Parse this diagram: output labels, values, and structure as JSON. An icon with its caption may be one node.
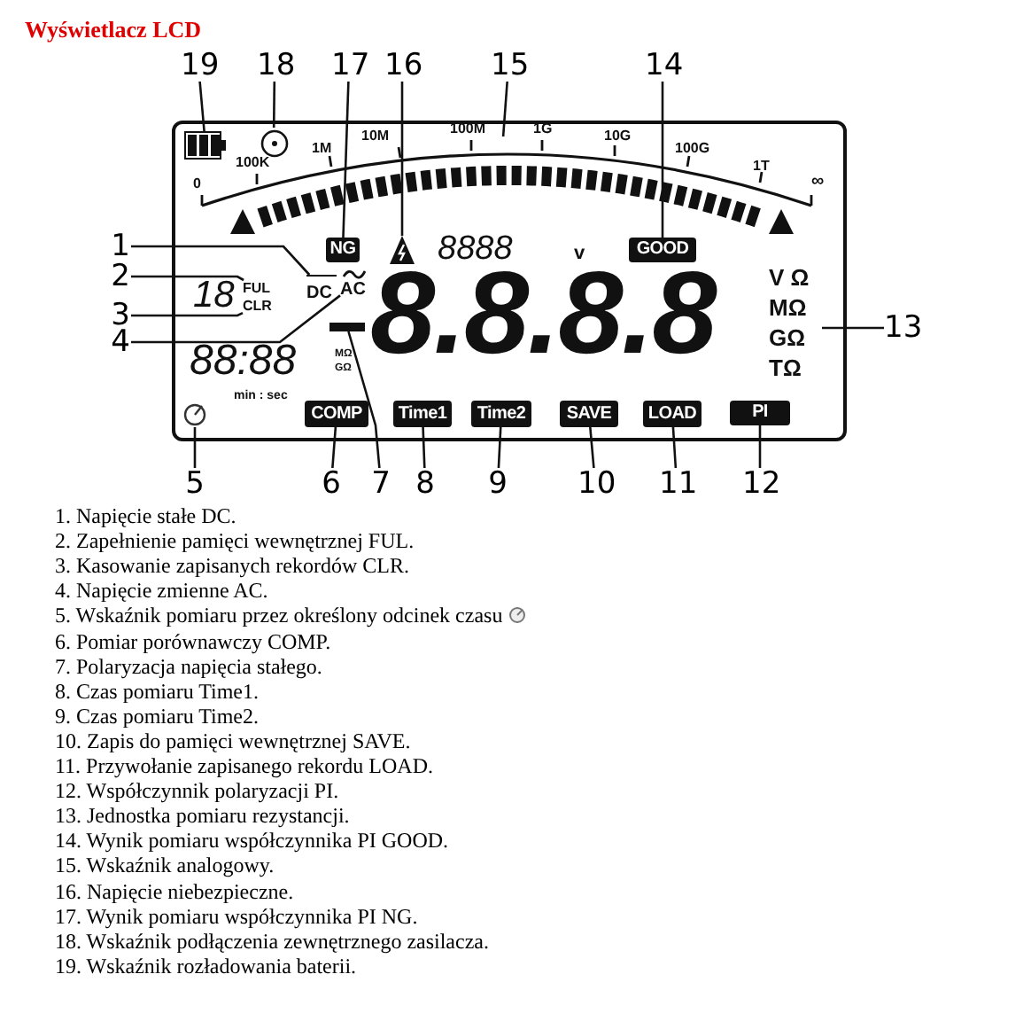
{
  "diagram": {
    "title": "Wyświetlacz LCD",
    "nodes": [
      {
        "text": [],
        "shape": "box"
      },
      {
        "text": [
          "1"
        ]
      },
      {
        "text": [
          "2"
        ]
      },
      {
        "text": [
          "3"
        ]
      },
      {
        "text": [
          "4"
        ]
      },
      {
        "text": [
          "5"
        ]
      },
      {
        "text": [
          "6"
        ]
      },
      {
        "text": [
          "7"
        ]
      },
      {
        "text": [
          "8"
        ]
      },
      {
        "text": [
          "9"
        ]
      },
      {
        "text": [
          "10"
        ]
      },
      {
        "text": [
          "11"
        ]
      },
      {
        "text": [
          "12"
        ]
      },
      {
        "text": [
          "13"
        ]
      },
      {
        "text": [
          "14"
        ]
      },
      {
        "text": [
          "15"
        ]
      },
      {
        "text": [
          "16"
        ]
      },
      {
        "text": [
          "17"
        ]
      },
      {
        "text": [
          "18"
        ]
      },
      {
        "text": [
          "19"
        ]
      },
      {
        "text": [
          "DC"
        ],
        "in": 0
      },
      {
        "text": [
          "FUL"
        ],
        "in": 0
      },
      {
        "text": [
          "CLR"
        ],
        "in": 0
      },
      {
        "text": [
          "AC"
        ],
        "in": 0
      },
      {
        "text": [],
        "shape": "circle",
        "in": 0
      },
      {
        "text": [
          "COMP"
        ],
        "in": 0
      },
      {
        "text": [],
        "shape": "bar",
        "in": 0
      },
      {
        "text": [
          "Time1"
        ],
        "in": 0
      },
      {
        "text": [
          "Time2"
        ],
        "in": 0
      },
      {
        "text": [
          "SAVE"
        ],
        "in": 0
      },
      {
        "text": [
          "LOAD"
        ],
        "in": 0
      },
      {
        "text": [
          "PI"
        ],
        "in": 0
      },
      {
        "text": [
          "V Ω",
          "MΩ",
          "GΩ",
          "TΩ"
        ],
        "in": 0
      },
      {
        "text": [
          "GOOD"
        ],
        "in": 0
      },
      {
        "text": [],
        "shape": "bar",
        "in": 0
      },
      {
        "text": [],
        "shape": "triangle",
        "in": 0
      },
      {
        "text": [
          "NG"
        ],
        "in": 0
      },
      {
        "text": [],
        "shape": "circle",
        "in": 0
      },
      {
        "text": [],
        "shape": "battery",
        "in": 0
      }
    ],
    "edges": [
      {
        "from": 1,
        "to": 20,
        "arrow": "none"
      },
      {
        "from": 2,
        "to": 21,
        "arrow": "none"
      },
      {
        "from": 3,
        "to": 22,
        "arrow": "none"
      },
      {
        "from": 4,
        "to": 23,
        "arrow": "none"
      },
      {
        "from": 5,
        "to": 24,
        "arrow": "none"
      },
      {
        "from": 6,
        "to": 25,
        "arrow": "none"
      },
      {
        "from": 7,
        "to": 34,
        "arrow": "none"
      },
      {
        "from": 8,
        "to": 27,
        "arrow": "none"
      },
      {
        "from": 9,
        "to": 28,
        "arrow": "none"
      },
      {
        "from": 10,
        "to": 29,
        "arrow": "none"
      },
      {
        "from": 11,
        "to": 30,
        "arrow": "none"
      },
      {
        "from": 12,
        "to": 31,
        "arrow": "none"
      },
      {
        "from": 13,
        "to": 32,
        "arrow": "none"
      },
      {
        "from": 14,
        "to": 33,
        "arrow": "none"
      },
      {
        "from": 15,
        "to": 26,
        "arrow": "none"
      },
      {
        "from": 16,
        "to": 35,
        "arrow": "none"
      },
      {
        "from": 17,
        "to": 36,
        "arrow": "none"
      },
      {
        "from": 18,
        "to": 37,
        "arrow": "none"
      },
      {
        "from": 19,
        "to": 38,
        "arrow": "none"
      }
    ],
    "labels": [
      "0",
      "100K",
      "1M",
      "10M",
      "100M",
      "1G",
      "10G",
      "100G",
      "1T",
      "∞",
      "18",
      "8888",
      "v",
      "88:88",
      "MΩ",
      "GΩ",
      "min : sec",
      "8.8.8.8",
      "1. Napięcie stałe DC.",
      "2. Zapełnienie pamięci wewnętrznej FUL.",
      "3. Kasowanie zapisanych rekordów CLR.",
      "4. Napięcie zmienne AC.",
      "5. Wskaźnik pomiaru przez określony odcinek czasu",
      "6. Pomiar porównawczy COMP.",
      "7. Polaryzacja napięcia stałego.",
      "8. Czas pomiaru Time1.",
      "9. Czas pomiaru Time2.",
      "10. Zapis do pamięci wewnętrznej SAVE.",
      "11. Przywołanie zapisanego rekordu LOAD.",
      "12. Współczynnik polaryzacji PI.",
      "13. Jednostka pomiaru rezystancji.",
      "14. Wynik pomiaru współczynnika PI GOOD.",
      "15. Wskaźnik analogowy.",
      "16. Napięcie niebezpieczne.",
      "17. Wynik pomiaru współczynnika PI NG.",
      "18. Wskaźnik podłączenia zewnętrznego zasilacza.",
      "19. Wskaźnik rozładowania baterii."
    ]
  }
}
